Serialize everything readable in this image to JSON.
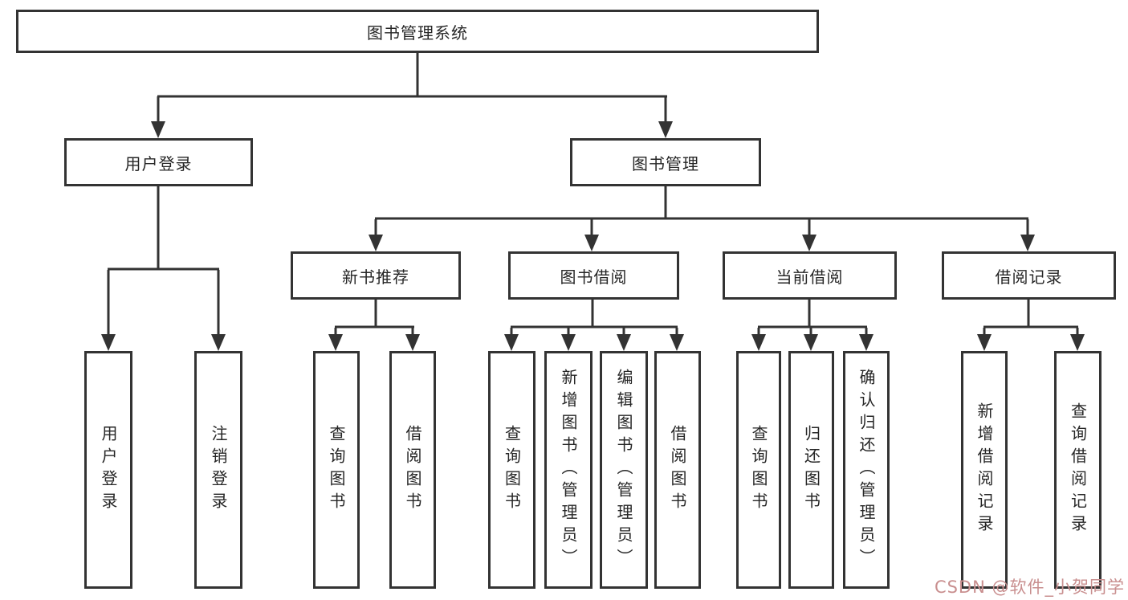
{
  "colors": {
    "line": "#333333",
    "border": "#333333",
    "text": "#262626",
    "background": "#ffffff"
  },
  "watermark": {
    "text": "CSDN @软件_小贺同学",
    "color": "#c98f8f"
  },
  "tree": {
    "root": {
      "label": "图书管理系统"
    },
    "branches": [
      {
        "label": "用户登录",
        "children": [
          {
            "label": "用户登录"
          },
          {
            "label": "注销登录"
          }
        ]
      },
      {
        "label": "图书管理",
        "children": [
          {
            "label": "新书推荐",
            "children": [
              {
                "label": "查询图书"
              },
              {
                "label": "借阅图书"
              }
            ]
          },
          {
            "label": "图书借阅",
            "children": [
              {
                "label": "查询图书"
              },
              {
                "label": "新增图书（管理员）"
              },
              {
                "label": "编辑图书（管理员）"
              },
              {
                "label": "借阅图书"
              }
            ]
          },
          {
            "label": "当前借阅",
            "children": [
              {
                "label": "查询图书"
              },
              {
                "label": "归还图书"
              },
              {
                "label": "确认归还（管理员）"
              }
            ]
          },
          {
            "label": "借阅记录",
            "children": [
              {
                "label": "新增借阅记录"
              },
              {
                "label": "查询借阅记录"
              }
            ]
          }
        ]
      }
    ]
  }
}
